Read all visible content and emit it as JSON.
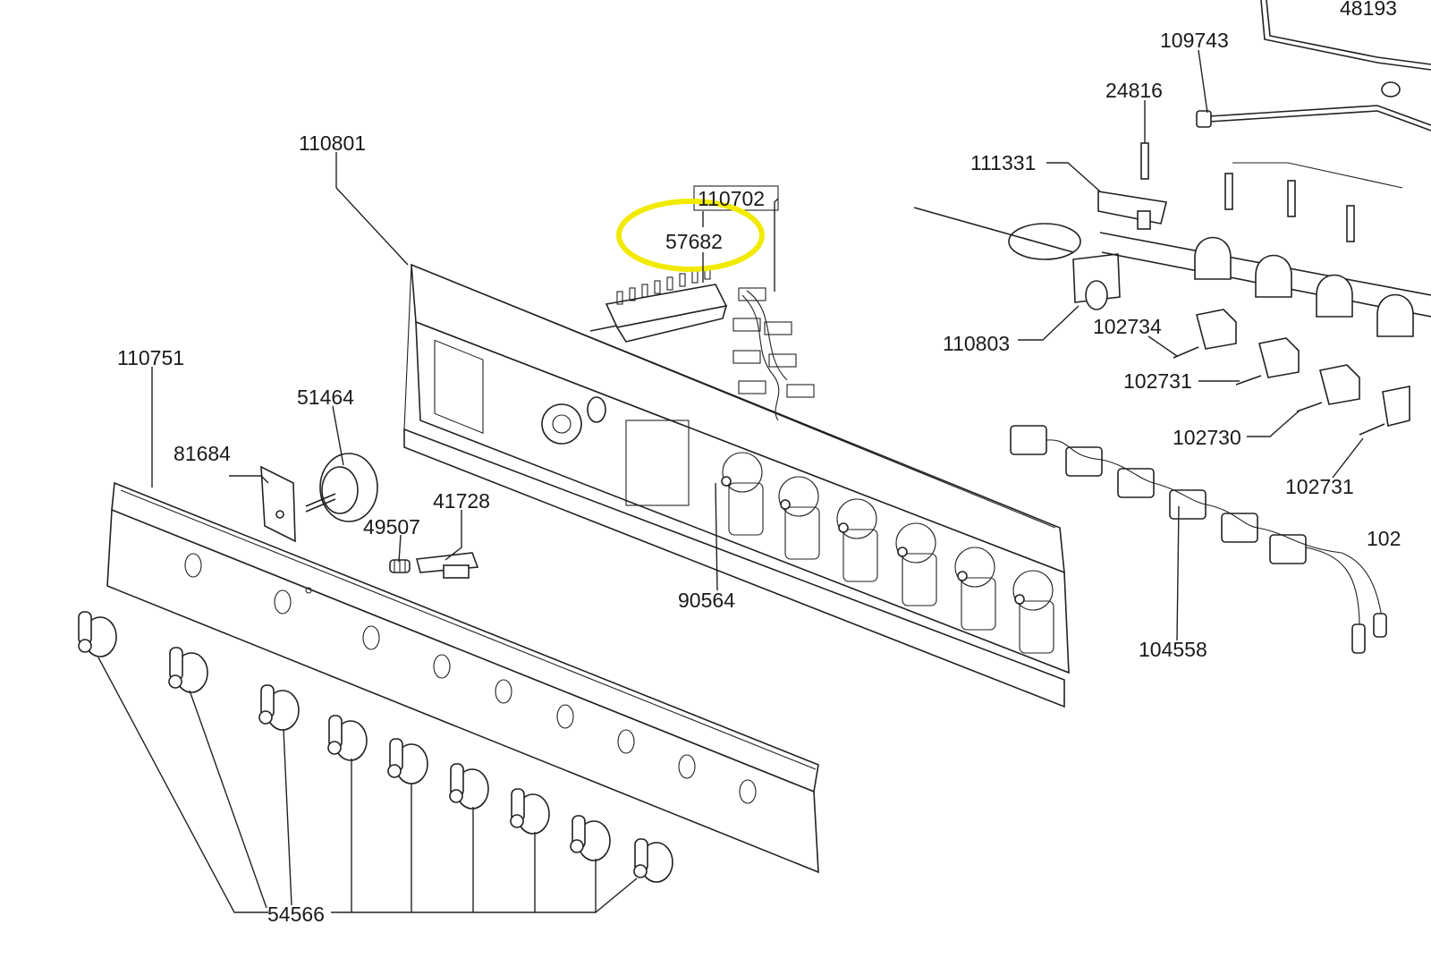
{
  "diagram": {
    "highlight_color": "#f2ea00",
    "line_color": "#222222",
    "labels": {
      "p48193": "48193",
      "p109743": "109743",
      "p24816": "24816",
      "p110801": "110801",
      "p111331": "111331",
      "p110702": "110702",
      "p57682": "57682",
      "p110803": "110803",
      "p102734": "102734",
      "p110751": "110751",
      "p102731a": "102731",
      "p51464": "51464",
      "p102730": "102730",
      "p81684": "81684",
      "p102731b": "102731",
      "p41728": "41728",
      "p49507": "49507",
      "p102cut": "102",
      "p90564": "90564",
      "p104558": "104558",
      "p54566": "54566"
    },
    "highlighted_part": "57682"
  }
}
